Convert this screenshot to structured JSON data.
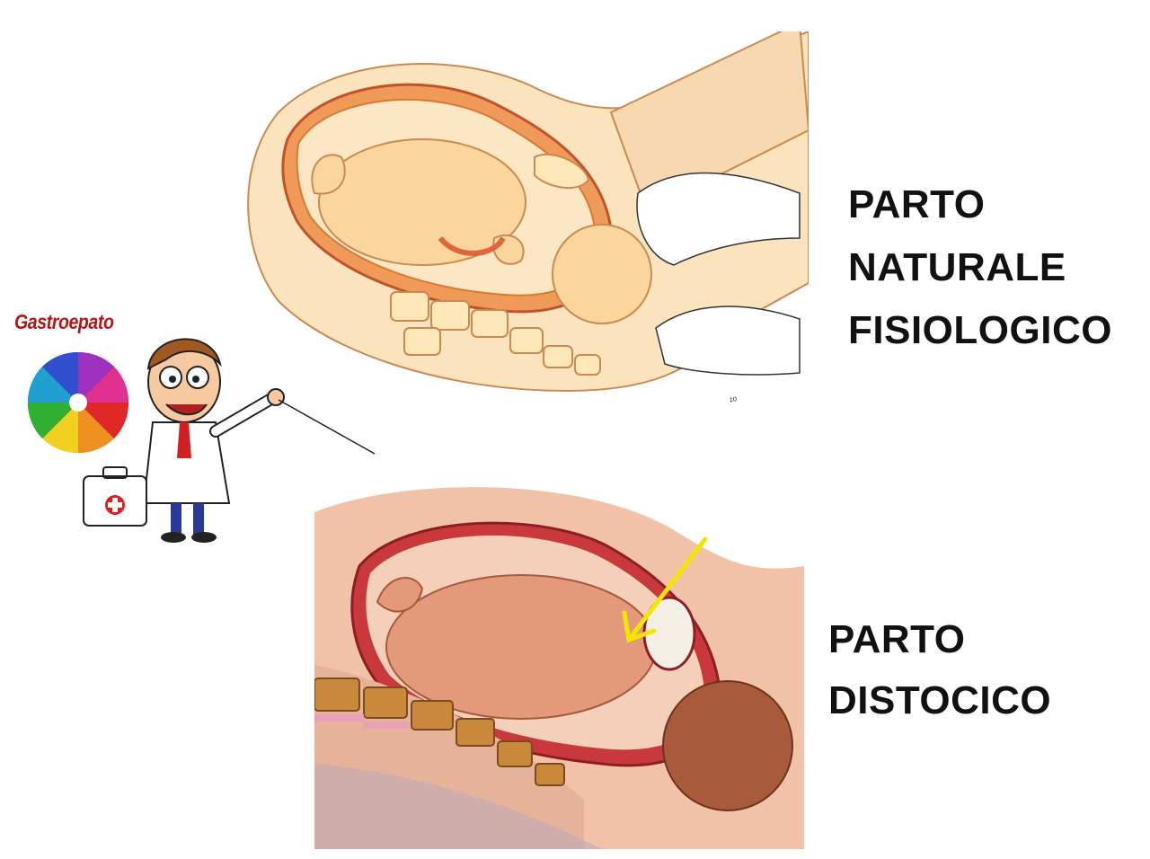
{
  "labels": {
    "natural": [
      "PARTO",
      "NATURALE",
      "FISIOLOGICO"
    ],
    "distocico": [
      "PARTO",
      "DISTOCICO"
    ]
  },
  "logo": {
    "brand_text": "Gastroepato"
  },
  "illustrations": {
    "top": {
      "subject": "fetus in normal head-down position in uterus, hands assisting"
    },
    "bottom": {
      "subject": "fetus in obstructed position, arrow indicating obstruction"
    },
    "mascot": {
      "subject": "cartoon doctor holding first-aid kit and pointer"
    }
  },
  "colors": {
    "text": "#111111",
    "arrow": "#f2e600",
    "brand": "#b01818",
    "uterus": "#d64a2a",
    "skin_top": "#fbdcaa",
    "skin_bottom": "#e9a889"
  }
}
